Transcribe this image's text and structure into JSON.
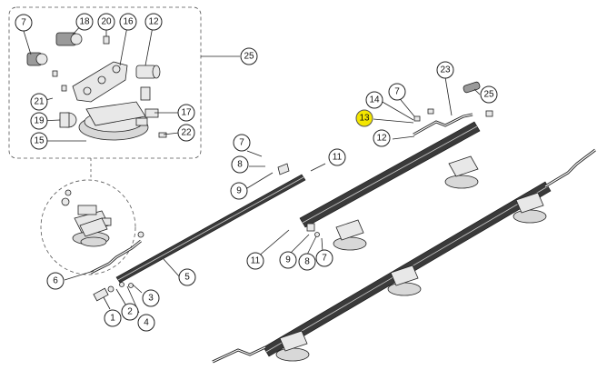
{
  "callouts": {
    "c1": "1",
    "c2": "2",
    "c3": "3",
    "c4": "4",
    "c5": "5",
    "c6": "6",
    "c7a": "7",
    "c7b": "7",
    "c7c": "7",
    "c7d": "7",
    "c8a": "8",
    "c8b": "8",
    "c9a": "9",
    "c9b": "9",
    "c11a": "11",
    "c11b": "11",
    "c12a": "12",
    "c12b": "12",
    "c13": "13",
    "c14": "14",
    "c15": "15",
    "c16": "16",
    "c17": "17",
    "c18": "18",
    "c19": "19",
    "c20": "20",
    "c21": "21",
    "c22": "22",
    "c23": "23",
    "c25a": "25",
    "c25b": "25"
  },
  "colors": {
    "highlight": "#f4e600",
    "bar": "#3a3a3a",
    "line": "#222222"
  },
  "icons": {
    "suction-cup": "suction-cup-icon",
    "pump-head": "pump-head-icon",
    "bolt": "bolt-icon",
    "nut": "nut-icon"
  }
}
